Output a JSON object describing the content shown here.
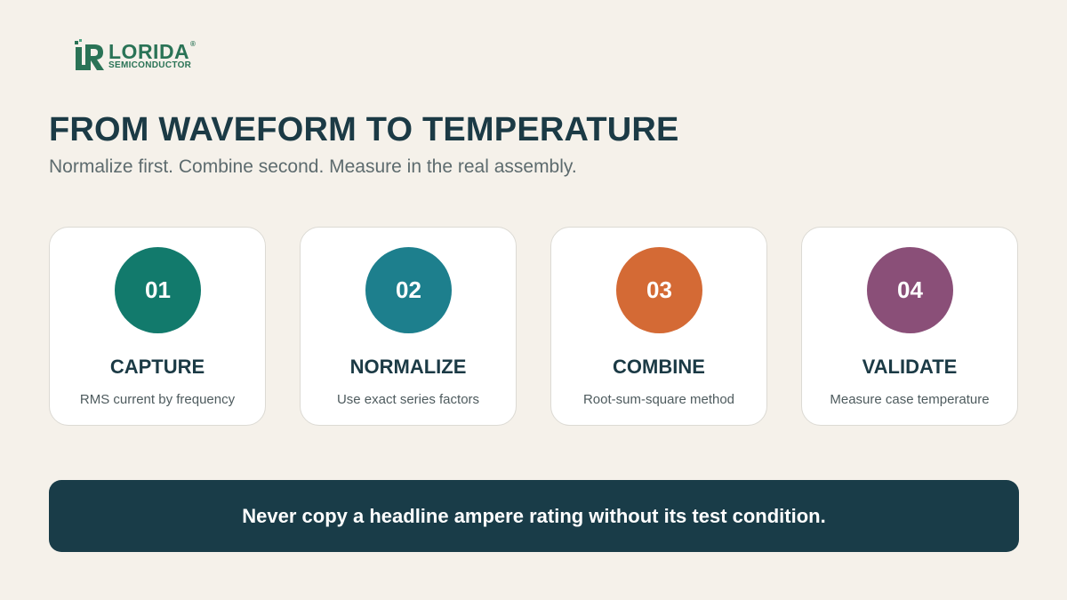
{
  "logo": {
    "word": "LORIDA",
    "registered": "®",
    "sub": "SEMICONDUCTOR"
  },
  "header": {
    "title": "FROM WAVEFORM TO TEMPERATURE",
    "subtitle": "Normalize first. Combine second. Measure in the real assembly."
  },
  "steps": [
    {
      "number": "01",
      "title": "CAPTURE",
      "description": "RMS current by frequency",
      "color": "#127a6c"
    },
    {
      "number": "02",
      "title": "NORMALIZE",
      "description": "Use exact series factors",
      "color": "#1d7f8d"
    },
    {
      "number": "03",
      "title": "COMBINE",
      "description": "Root-sum-square method",
      "color": "#d46a35"
    },
    {
      "number": "04",
      "title": "VALIDATE",
      "description": "Measure case temperature",
      "color": "#8a4f78"
    }
  ],
  "banner": {
    "text": "Never copy a headline ampere rating without its test condition."
  },
  "colors": {
    "background": "#f5f1ea",
    "title": "#1b3a45",
    "banner": "#193c48",
    "brand": "#2a7356"
  }
}
